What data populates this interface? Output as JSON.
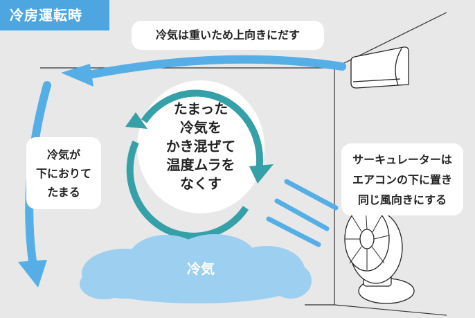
{
  "title": "冷房運転時",
  "labels": {
    "top_bubble": "冷気は重いため上向きにだす",
    "left_bubble": [
      "冷気が",
      "下におりて",
      "たまる"
    ],
    "center": [
      "たまった",
      "冷気を",
      "かき混ぜて",
      "温度ムラを",
      "なくす"
    ],
    "right_bubble": [
      "サーキュレーターは",
      "エアコンの下に置き",
      "同じ風向きにする"
    ],
    "cloud": "冷気"
  },
  "colors": {
    "title_bg": "#4ea6e0",
    "arrow": "#55aee5",
    "circle": "#35a0a8",
    "cloud": "#9dcff0",
    "background": "#e8e8e8"
  }
}
